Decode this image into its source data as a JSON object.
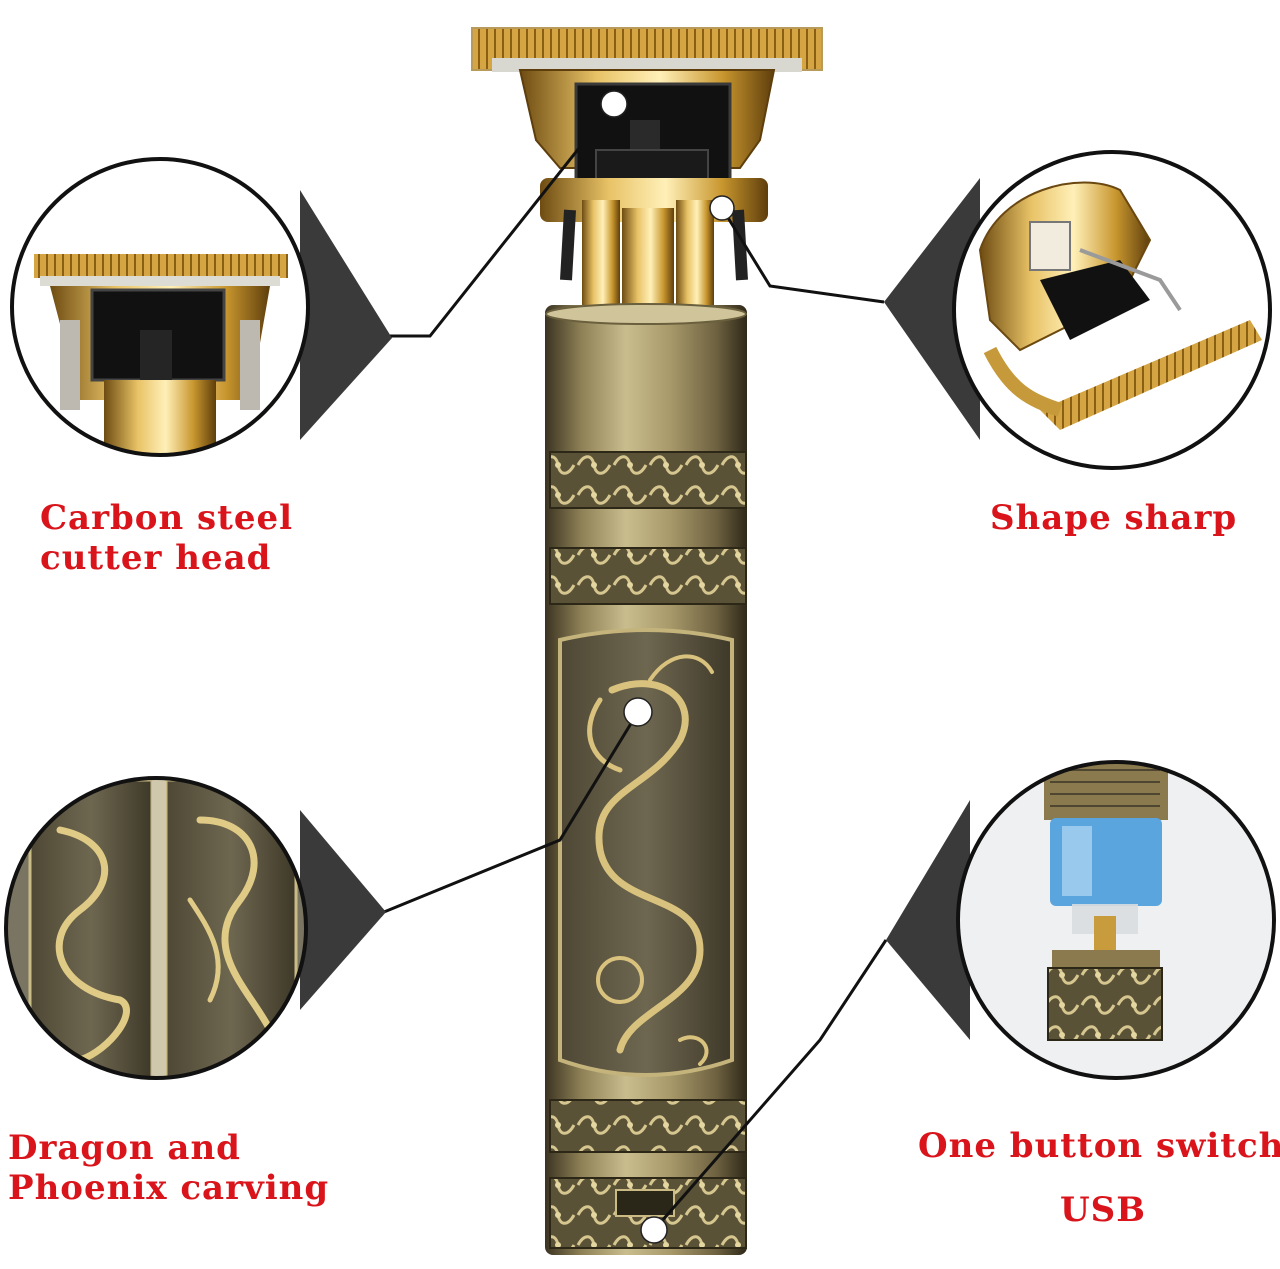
{
  "callouts": {
    "carbon_steel": {
      "line1": "Carbon steel",
      "line2": "cutter head"
    },
    "shape_sharp": {
      "line1": "Shape sharp"
    },
    "dragon_phoenix": {
      "line1": "Dragon and",
      "line2": "Phoenix carving"
    },
    "one_button": {
      "line1": "One button switch",
      "line2": "USB"
    }
  },
  "colors": {
    "label_red": "#d9141b",
    "gold": "#c9a24a",
    "bronze": "#8a7a4e",
    "dark": "#1c1c1c"
  }
}
